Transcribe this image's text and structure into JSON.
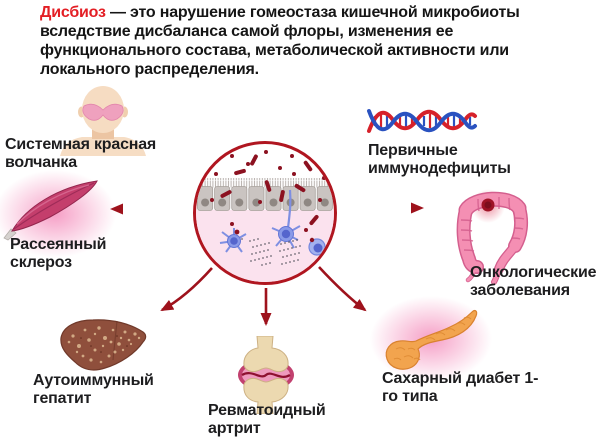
{
  "definition": {
    "term": "Дисбиоз",
    "text": "— это нарушение гомеостаза кишечной микробиоты вследствие дисбаланса самой флоры, изменения ее функционального состава, метаболической активности или локального распределения."
  },
  "center": {
    "icon": "gut-microbiota-circle-icon"
  },
  "nodes": [
    {
      "id": "lupus",
      "label": "Системная красная волчанка",
      "icon": "butterfly-rash-face-icon",
      "arrow": "none"
    },
    {
      "id": "multiple-sclerosis",
      "label": "Рассеянный склероз",
      "icon": "nerve-fiber-icon",
      "arrow": "left"
    },
    {
      "id": "autoimmune-hepatitis",
      "label": "Аутоиммунный гепатит",
      "icon": "liver-icon",
      "arrow": "down-left"
    },
    {
      "id": "rheumatoid-arthritis",
      "label": "Ревматоидный артрит",
      "icon": "knee-joint-icon",
      "arrow": "down"
    },
    {
      "id": "type1-diabetes",
      "label": "Сахарный диабет 1-го типа",
      "icon": "pancreas-icon",
      "arrow": "down-right"
    },
    {
      "id": "oncology",
      "label": "Онкологические заболевания",
      "icon": "colon-tumor-icon",
      "arrow": "right"
    },
    {
      "id": "primary-immunodeficiency",
      "label": "Первичные иммунодефициты",
      "icon": "dna-helix-icon",
      "arrow": "none"
    }
  ],
  "colors": {
    "term_red": "#e31e24",
    "arrow_red": "#9e121c",
    "circle_border_red": "#b01620",
    "mucosa_pink": "#fbe2ee",
    "bacteria_dark_red": "#8c1120",
    "immune_cell_purple": "#8a9ae8",
    "organ_pink": "#f48fb3",
    "liver_brown": "#8f4f3c",
    "pancreas_orange": "#f2a44e",
    "bone_beige": "#ecd9b0",
    "dna_red": "#d6212a",
    "dna_blue": "#2a52c0"
  }
}
